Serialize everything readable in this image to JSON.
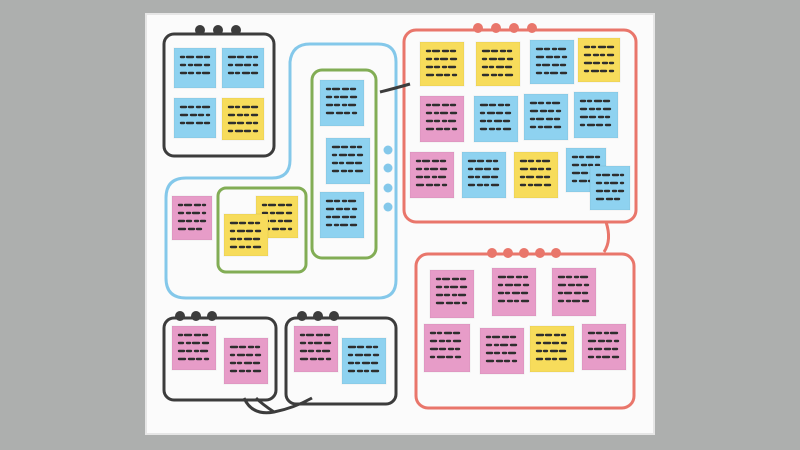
{
  "colors": {
    "background": "#adafae",
    "board": "#fbfbfb",
    "board_edge": "#e6e6e6",
    "yellow": "#f7dc5b",
    "blue": "#8ed2f0",
    "pink": "#e79cc8",
    "dark_outline": "#3c3c3c",
    "blue_outline": "#84c8ea",
    "green_outline": "#82ad55",
    "red_outline": "#e9766b",
    "marks": "#2e2e2e"
  },
  "groups": [
    {
      "name": "group-top-left",
      "outline": "dark_outline",
      "kind": "rectangle",
      "notes": [
        "blue",
        "blue",
        "blue",
        "yellow"
      ]
    },
    {
      "name": "group-blue-boundary",
      "outline": "blue_outline",
      "kind": "region",
      "notes": [
        "pink"
      ]
    },
    {
      "name": "group-green-inner",
      "outline": "green_outline",
      "kind": "rectangle",
      "notes": [
        "yellow",
        "yellow"
      ]
    },
    {
      "name": "group-green-column",
      "outline": "green_outline",
      "kind": "rectangle",
      "notes": [
        "blue",
        "blue",
        "blue"
      ]
    },
    {
      "name": "group-top-right",
      "outline": "red_outline",
      "kind": "rectangle",
      "notes": [
        "yellow",
        "yellow",
        "blue",
        "yellow",
        "pink",
        "blue",
        "blue",
        "blue",
        "pink",
        "blue",
        "yellow",
        "blue",
        "blue"
      ]
    },
    {
      "name": "group-bottom-right",
      "outline": "red_outline",
      "kind": "rectangle",
      "notes": [
        "pink",
        "pink",
        "pink",
        "pink",
        "pink",
        "yellow",
        "pink"
      ]
    },
    {
      "name": "group-bottom-left-a",
      "outline": "dark_outline",
      "kind": "rectangle",
      "notes": [
        "pink",
        "pink"
      ]
    },
    {
      "name": "group-bottom-left-b",
      "outline": "dark_outline",
      "kind": "rectangle",
      "notes": [
        "pink",
        "blue"
      ]
    }
  ],
  "connectors": [
    {
      "name": "link-column-to-top-right",
      "color": "dark_outline"
    },
    {
      "name": "link-top-right-to-bottom-right",
      "color": "red_outline"
    },
    {
      "name": "link-bottom-left-groups",
      "color": "dark_outline"
    }
  ]
}
